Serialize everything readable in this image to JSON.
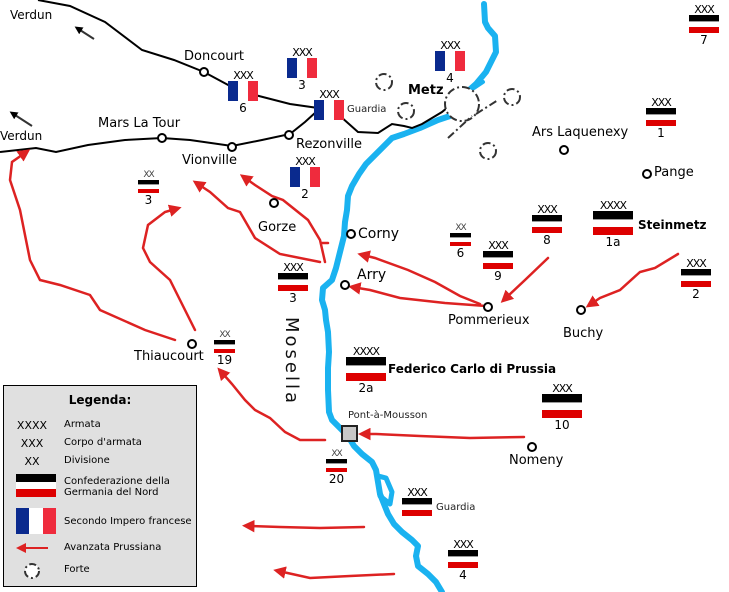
{
  "map": {
    "river_name": "Mosella",
    "colors": {
      "river": "#1ab2f0",
      "road": "#000000",
      "advance_arrow": "#dd2222",
      "prussian_black": "#000000",
      "prussian_red": "#dd0000",
      "french_blue": "#0a2a8e",
      "french_red": "#ef2b3d",
      "legend_bg": "#e0e0e0",
      "pont_box": "#c8c8c8"
    },
    "directions": [
      {
        "id": "verdun-north",
        "label": "Verdun"
      },
      {
        "id": "verdun-south",
        "label": "Verdun"
      }
    ],
    "towns": [
      {
        "id": "doncourt",
        "label": "Doncourt"
      },
      {
        "id": "mars-la-tour",
        "label": "Mars La Tour"
      },
      {
        "id": "vionville",
        "label": "Vionville"
      },
      {
        "id": "rezonville",
        "label": "Rezonville"
      },
      {
        "id": "gorze",
        "label": "Gorze"
      },
      {
        "id": "corny",
        "label": "Corny"
      },
      {
        "id": "arry",
        "label": "Arry"
      },
      {
        "id": "pommerieux",
        "label": "Pommerieux"
      },
      {
        "id": "buchy",
        "label": "Buchy"
      },
      {
        "id": "thiaucourt",
        "label": "Thiaucourt"
      },
      {
        "id": "nomeny",
        "label": "Nomeny"
      },
      {
        "id": "ars-laquenexy",
        "label": "Ars Laquenexy"
      },
      {
        "id": "pange",
        "label": "Pange"
      },
      {
        "id": "metz",
        "label": "Metz"
      },
      {
        "id": "pont-a-mousson",
        "label": "Pont-à-Mousson"
      }
    ],
    "units": {
      "french": [
        {
          "id": "fr-6",
          "echelon": "XXX",
          "number": "6",
          "note": ""
        },
        {
          "id": "fr-3",
          "echelon": "XXX",
          "number": "3",
          "note": ""
        },
        {
          "id": "fr-guardia",
          "echelon": "XXX",
          "number": "",
          "note": "Guardia"
        },
        {
          "id": "fr-4",
          "echelon": "XXX",
          "number": "4",
          "note": ""
        },
        {
          "id": "fr-2",
          "echelon": "XXX",
          "number": "2",
          "note": ""
        }
      ],
      "prussian": [
        {
          "id": "de-7",
          "echelon": "XXX",
          "number": "7",
          "note": ""
        },
        {
          "id": "de-1",
          "echelon": "XXX",
          "number": "1",
          "note": ""
        },
        {
          "id": "de-1a",
          "echelon": "XXXX",
          "number": "1a",
          "note": "Steinmetz"
        },
        {
          "id": "de-8",
          "echelon": "XXX",
          "number": "8",
          "note": ""
        },
        {
          "id": "de-xx6",
          "echelon": "XX",
          "number": "6",
          "note": ""
        },
        {
          "id": "de-9",
          "echelon": "XXX",
          "number": "9",
          "note": ""
        },
        {
          "id": "de-2",
          "echelon": "XXX",
          "number": "2",
          "note": ""
        },
        {
          "id": "de-xx3",
          "echelon": "XX",
          "number": "3",
          "note": ""
        },
        {
          "id": "de-3",
          "echelon": "XXX",
          "number": "3",
          "note": ""
        },
        {
          "id": "de-19",
          "echelon": "XX",
          "number": "19",
          "note": ""
        },
        {
          "id": "de-2a",
          "echelon": "XXXX",
          "number": "2a",
          "note": "Federico Carlo di Prussia"
        },
        {
          "id": "de-10",
          "echelon": "XXX",
          "number": "10",
          "note": ""
        },
        {
          "id": "de-20",
          "echelon": "XX",
          "number": "20",
          "note": ""
        },
        {
          "id": "de-guardia",
          "echelon": "XXX",
          "number": "",
          "note": "Guardia"
        },
        {
          "id": "de-4",
          "echelon": "XXX",
          "number": "4",
          "note": ""
        }
      ]
    }
  },
  "legend": {
    "title": "Legenda:",
    "items": [
      {
        "symbol": "XXXX",
        "label": "Armata"
      },
      {
        "symbol": "XXX",
        "label": "Corpo d'armata"
      },
      {
        "symbol": "XX",
        "label": "Divisione"
      },
      {
        "symbol": "flag-north-german",
        "label": "Confederazione della Germania del Nord"
      },
      {
        "symbol": "flag-french",
        "label": "Secondo Impero francese"
      },
      {
        "symbol": "red-arrow",
        "label": "Avanzata Prussiana"
      },
      {
        "symbol": "fort-icon",
        "label": "Forte"
      }
    ]
  }
}
